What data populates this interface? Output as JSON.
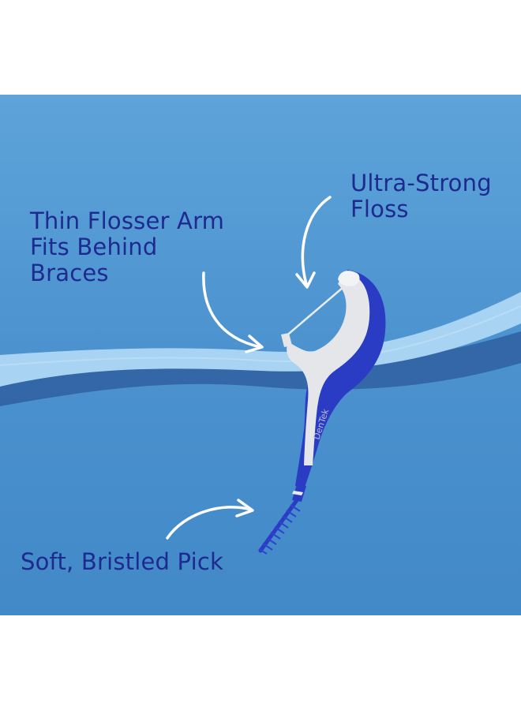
{
  "callouts": {
    "floss": {
      "line1": "Ultra-Strong",
      "line2": "Floss"
    },
    "arm": {
      "line1": "Thin Flosser Arm",
      "line2": "Fits Behind",
      "line3": "Braces"
    },
    "pick": {
      "line1": "Soft, Bristled Pick"
    }
  },
  "product": {
    "brand_mark": "DenTek"
  },
  "colors": {
    "background": "#4a90cd",
    "text": "#1e2a8f",
    "wave_light": "#a9d3f2",
    "wave_dark": "#2f5fa0",
    "handle_blue": "#2a3cc4",
    "handle_grey": "#e4e6ea"
  }
}
